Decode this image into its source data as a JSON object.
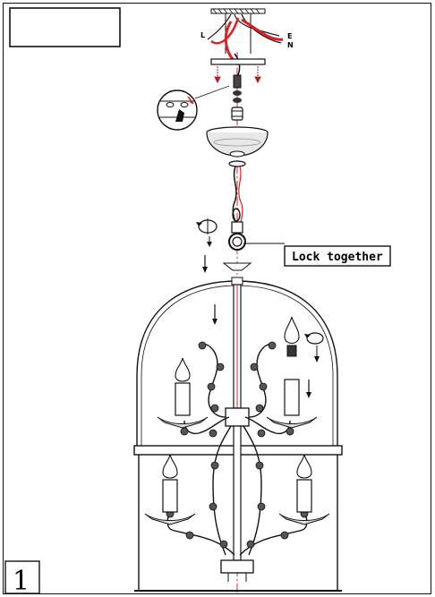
{
  "step": {
    "number": "1"
  },
  "callout": {
    "label": "Lock together"
  },
  "wiring": {
    "left_label": "L",
    "earth_label": "E",
    "neutral_label": "N"
  },
  "colors": {
    "centerline": "#e02020",
    "wire": "#e02020",
    "ink": "#111111",
    "screw_arrow": "#b02020"
  }
}
